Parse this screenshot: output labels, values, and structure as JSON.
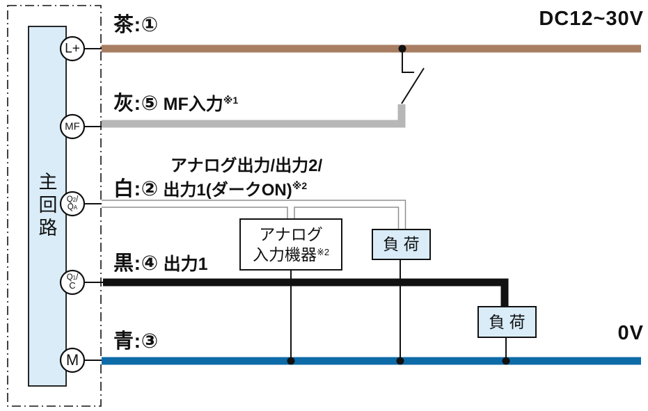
{
  "diagram": {
    "supply_label": "DC12~30V",
    "ground_label": "0V",
    "main_circuit_label": "主回路",
    "terminals": {
      "lplus": "L+",
      "mf": "MF",
      "q2qa": {
        "a": "Q",
        "sub": "2",
        "b": "/",
        "c": "Q",
        "csub": "A"
      },
      "q1c": {
        "a": "Q",
        "sub": "1",
        "b": "/",
        "c": "C"
      },
      "m": "M"
    },
    "labels": {
      "brown": {
        "prefix": "茶:①"
      },
      "gray": {
        "prefix": "灰:⑤",
        "text": "MF入力",
        "note": "※1"
      },
      "white": {
        "line1": "アナログ出力/出力2/",
        "prefix": "白:②",
        "text": "出力1(ダークON)",
        "note": "※2"
      },
      "black": {
        "prefix": "黒:④",
        "text": "出力1"
      },
      "blue": {
        "prefix": "青:③"
      }
    },
    "boxes": {
      "analog_input": {
        "line1": "アナログ",
        "line2": "入力機器",
        "note": "※2"
      },
      "load_top": "負 荷",
      "load_bottom": "負 荷"
    }
  },
  "colors": {
    "brown": "#a87e62",
    "gray": "#b7b7b7",
    "blue": "#0d6ba8",
    "lightblue": "#d9ecf8",
    "outline": "#8f8f8f",
    "ink": "#111111"
  }
}
